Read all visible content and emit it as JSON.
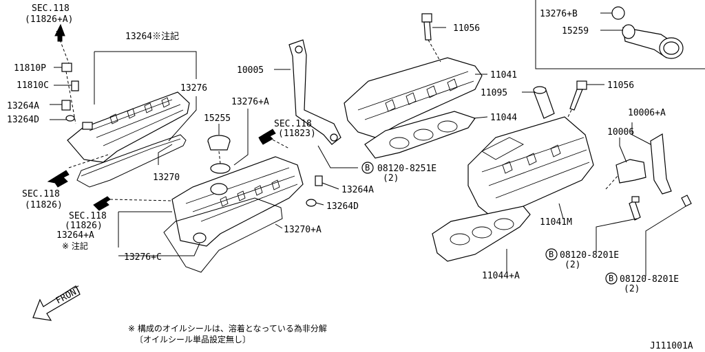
{
  "labels": {
    "sec118_top": "SEC.118",
    "sec118_top_ref": "(11826+A)",
    "p13264_note": "13264※注記",
    "p11810P": "11810P",
    "p11810C": "11810C",
    "p13264A_left": "13264A",
    "p13264D_left": "13264D",
    "p13276": "13276",
    "p13270": "13270",
    "sec118_left": "SEC.118",
    "sec118_left_ref": "(11826)",
    "sec118_lower": "SEC.118",
    "sec118_lower_ref": "(11826)",
    "p13264A_plus": "13264+A",
    "note_mark": "※ 注記",
    "p13276C": "13276+C",
    "p10005": "10005",
    "p13276A": "13276+A",
    "p15255": "15255",
    "sec118_mid": "SEC.118",
    "sec118_mid_ref": "(11823)",
    "p11056_top": "11056",
    "p11041": "11041",
    "p11095": "11095",
    "p11044": "11044",
    "bolt_b1": "08120-8251E",
    "bolt_b1_qty": "(2)",
    "p13264A_mid": "13264A",
    "p13264D_mid": "13264D",
    "p13270A": "13270+A",
    "p13276B": "13276+B",
    "p15259": "15259",
    "p11056_right": "11056",
    "p10006A": "10006+A",
    "p10006": "10006",
    "p11041M": "11041M",
    "bolt_b2": "08120-8201E",
    "bolt_b2_qty": "(2)",
    "bolt_b3": "08120-8201E",
    "bolt_b3_qty": "(2)",
    "p11044A": "11044+A",
    "circle_b": "B",
    "front": "FRONT",
    "footnote_line1": "※ 構成のオイルシールは、溶着となっている為非分解",
    "footnote_line2": "〔オイルシール単品設定無し〕",
    "diagram_id": "J111001A"
  },
  "colors": {
    "ink": "#000000",
    "paper": "#ffffff"
  }
}
